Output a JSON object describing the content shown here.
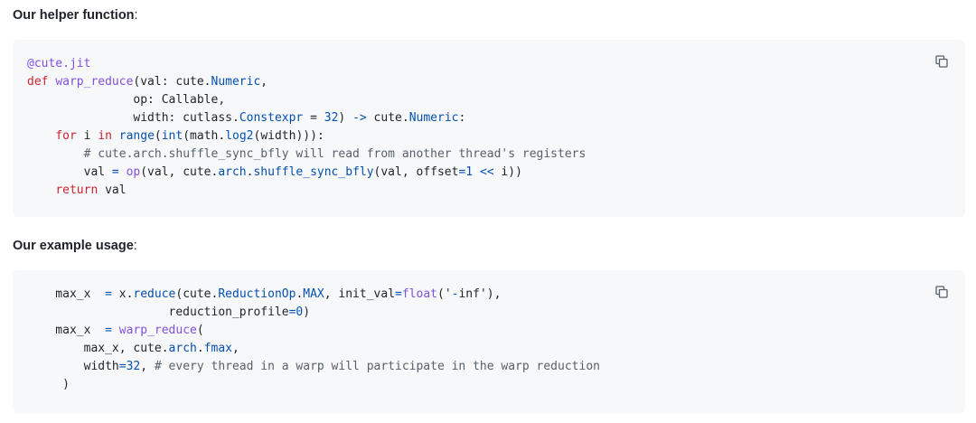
{
  "section1": {
    "heading": "Our helper function",
    "colon": ":",
    "code_lines": [
      [
        [
          "f",
          "@cute.jit"
        ]
      ],
      [
        [
          "k",
          "def "
        ],
        [
          "f",
          "warp_reduce"
        ],
        [
          "t",
          "(val: cute."
        ],
        [
          "b",
          "Numeric"
        ],
        [
          "t",
          ","
        ]
      ],
      [
        [
          "t",
          "               op: Callable,"
        ]
      ],
      [
        [
          "t",
          "               width: cutlass."
        ],
        [
          "b",
          "Constexpr"
        ],
        [
          "t",
          " = "
        ],
        [
          "b",
          "32"
        ],
        [
          "t",
          ") "
        ],
        [
          "b",
          "->"
        ],
        [
          "t",
          " cute."
        ],
        [
          "b",
          "Numeric"
        ],
        [
          "t",
          ":"
        ]
      ],
      [
        [
          "t",
          "    "
        ],
        [
          "k",
          "for"
        ],
        [
          "t",
          " i "
        ],
        [
          "k",
          "in"
        ],
        [
          "t",
          " "
        ],
        [
          "b",
          "range"
        ],
        [
          "t",
          "("
        ],
        [
          "b",
          "int"
        ],
        [
          "t",
          "(math."
        ],
        [
          "b",
          "log2"
        ],
        [
          "t",
          "(width))):"
        ]
      ],
      [
        [
          "t",
          "        "
        ],
        [
          "c",
          "# cute.arch.shuffle_sync_bfly will read from another thread's registers"
        ]
      ],
      [
        [
          "t",
          "        val "
        ],
        [
          "b",
          "="
        ],
        [
          "t",
          " "
        ],
        [
          "f",
          "op"
        ],
        [
          "t",
          "(val, cute."
        ],
        [
          "b",
          "arch"
        ],
        [
          "t",
          "."
        ],
        [
          "b",
          "shuffle_sync_bfly"
        ],
        [
          "t",
          "(val, offset"
        ],
        [
          "b",
          "="
        ],
        [
          "b",
          "1"
        ],
        [
          "t",
          " "
        ],
        [
          "b",
          "<<"
        ],
        [
          "t",
          " i))"
        ]
      ],
      [
        [
          "t",
          "    "
        ],
        [
          "k",
          "return"
        ],
        [
          "t",
          " val"
        ]
      ]
    ]
  },
  "section2": {
    "heading": "Our example usage",
    "colon": ":",
    "code_lines": [
      [
        [
          "t",
          "    max_x  "
        ],
        [
          "b",
          "="
        ],
        [
          "t",
          " x."
        ],
        [
          "b",
          "reduce"
        ],
        [
          "t",
          "(cute."
        ],
        [
          "b",
          "ReductionOp"
        ],
        [
          "t",
          "."
        ],
        [
          "b",
          "MAX"
        ],
        [
          "t",
          ", init_val"
        ],
        [
          "b",
          "="
        ],
        [
          "f",
          "float"
        ],
        [
          "t",
          "('"
        ],
        [
          "b",
          "-"
        ],
        [
          "t",
          "inf'),"
        ]
      ],
      [
        [
          "t",
          "                    reduction_profile"
        ],
        [
          "b",
          "="
        ],
        [
          "b",
          "0"
        ],
        [
          "t",
          ")"
        ]
      ],
      [
        [
          "t",
          "    max_x  "
        ],
        [
          "b",
          "="
        ],
        [
          "t",
          " "
        ],
        [
          "f",
          "warp_reduce"
        ],
        [
          "t",
          "("
        ]
      ],
      [
        [
          "t",
          "        max_x, cute."
        ],
        [
          "b",
          "arch"
        ],
        [
          "t",
          "."
        ],
        [
          "b",
          "fmax"
        ],
        [
          "t",
          ","
        ]
      ],
      [
        [
          "t",
          "        width"
        ],
        [
          "b",
          "="
        ],
        [
          "b",
          "32"
        ],
        [
          "t",
          ", "
        ],
        [
          "c",
          "# every thread in a warp will participate in the warp reduction"
        ]
      ],
      [
        [
          "t",
          "     )"
        ]
      ]
    ]
  },
  "icons": {
    "copy": "copy-icon"
  },
  "colors": {
    "keyword": "#cf222e",
    "function": "#8250df",
    "builtin": "#0550ae",
    "comment": "#57606a",
    "text": "#1f2328",
    "code_bg": "#f6f8fa"
  }
}
